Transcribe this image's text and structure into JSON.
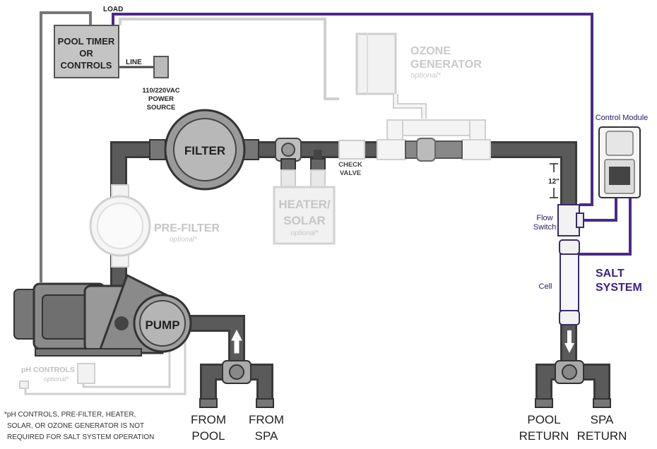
{
  "wiring": {
    "load": "LOAD",
    "line": "LINE",
    "timer": [
      "POOL TIMER",
      "OR",
      "CONTROLS"
    ],
    "power": [
      "110/220VAC",
      "POWER",
      "SOURCE"
    ]
  },
  "components": {
    "ozone": {
      "title": [
        "OZONE",
        "GENERATOR"
      ],
      "note": "optional*"
    },
    "filter": "FILTER",
    "prefilter": {
      "title": "PRE-FILTER",
      "note": "optional*"
    },
    "heater": {
      "title": [
        "HEATER/",
        "SOLAR"
      ],
      "note": "optional*"
    },
    "check_valve": [
      "CHECK",
      "VALVE"
    ],
    "pump": "PUMP",
    "ph": {
      "title": "pH CONTROLS",
      "note": "optional*"
    },
    "control_module": "Control Module",
    "flow_switch": [
      "Flow",
      "Switch"
    ],
    "cell": "Cell",
    "salt_system": [
      "SALT",
      "SYSTEM"
    ],
    "distance": "12\""
  },
  "ports": {
    "from_pool": [
      "FROM",
      "POOL"
    ],
    "from_spa": [
      "FROM",
      "SPA"
    ],
    "pool_return": [
      "POOL",
      "RETURN"
    ],
    "spa_return": [
      "SPA",
      "RETURN"
    ]
  },
  "footnote": [
    "*pH CONTROLS, PRE-FILTER, HEATER,",
    "SOLAR, OR OZONE GENERATOR IS NOT",
    "REQUIRED FOR SALT SYSTEM OPERATION"
  ],
  "colors": {
    "pipe": "#555555",
    "pipe_dark": "#3a3a3a",
    "optional": "#cfcfcf",
    "optional_text": "#bdbdbd",
    "salt": "#4b2a8c",
    "wire": "#7a7a7a"
  }
}
